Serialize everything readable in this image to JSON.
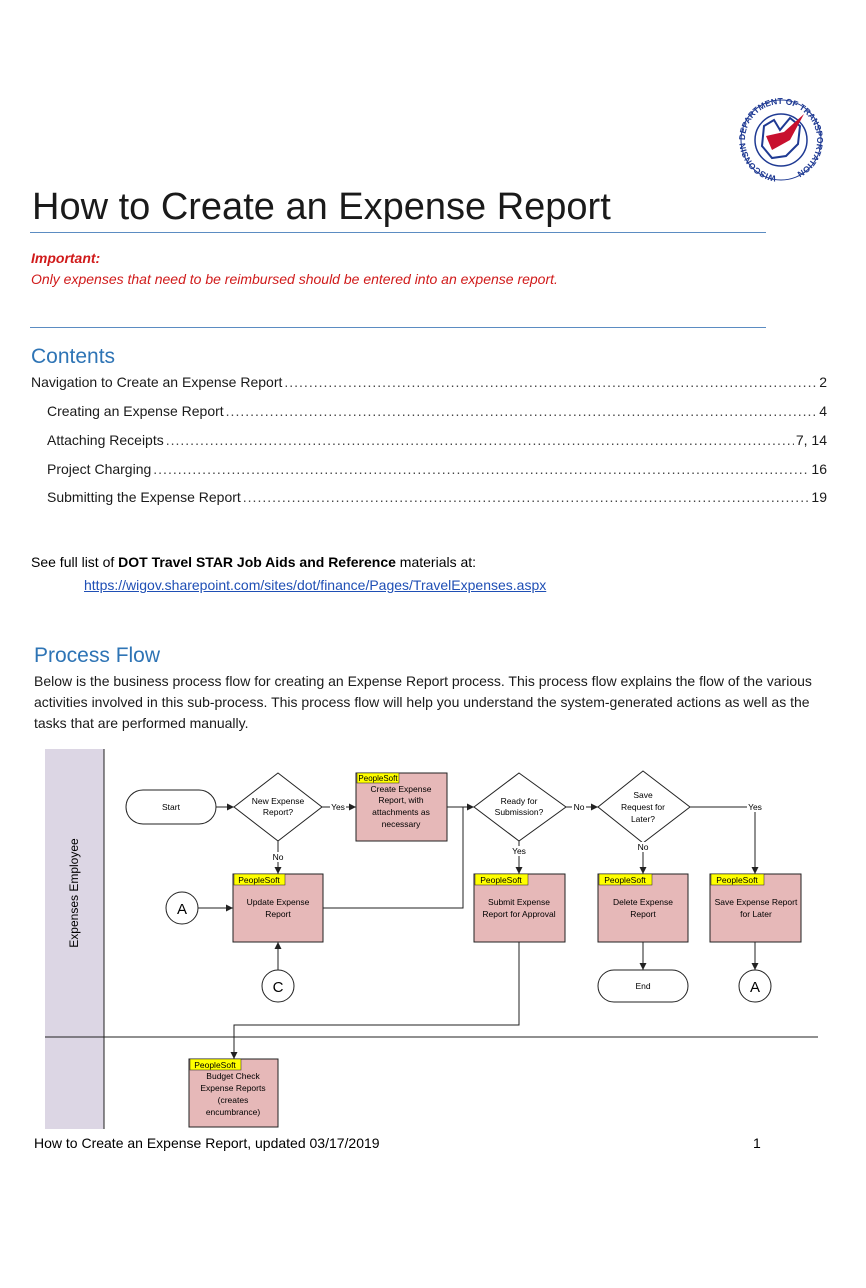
{
  "logo": {
    "ring_text": "WISCONSIN DEPARTMENT OF TRANSPORTATION",
    "colors": {
      "red": "#c8102e",
      "blue": "#1f3a93"
    },
    "icon": "wisdot-seal-icon"
  },
  "title": "How to Create an Expense Report",
  "important": {
    "label": "Important:",
    "text": "Only expenses that need to be reimbursed should be entered into an expense report."
  },
  "contents": {
    "heading": "Contents",
    "items": [
      {
        "label": "Navigation to Create an Expense Report",
        "page": "2"
      },
      {
        "label": "Creating an Expense Report",
        "page": "4"
      },
      {
        "label": "Attaching Receipts",
        "page": "7, 14"
      },
      {
        "label": "Project Charging",
        "page": "16"
      },
      {
        "label": "Submitting the Expense Report",
        "page": "19"
      }
    ]
  },
  "reference": {
    "prefix": "See full list of ",
    "bold": "DOT Travel STAR Job Aids and Reference",
    "suffix": " materials at:",
    "link": "https://wigov.sharepoint.com/sites/dot/finance/Pages/TravelExpenses.aspx"
  },
  "process_flow": {
    "heading": "Process Flow",
    "description": "Below is the business process flow for creating an Expense Report process. This process flow explains the flow of the various activities involved in this sub-process. This process flow will help you understand the system-generated actions as well as the tasks that are performed manually.",
    "lane_label": "Expenses Employee",
    "tag": "PeopleSoft",
    "start": "Start",
    "end": "End",
    "decisions": {
      "new_report": [
        "New Expense",
        "Report?"
      ],
      "ready": [
        "Ready for",
        "Submission?"
      ],
      "save": [
        "Save",
        "Request for",
        "Later?"
      ]
    },
    "boxes": {
      "create": [
        "Create Expense",
        "Report, with",
        "attachments as",
        "necessary"
      ],
      "update": [
        "Update Expense",
        "Report"
      ],
      "submit": [
        "Submit Expense",
        "Report for Approval"
      ],
      "delete": [
        "Delete Expense",
        "Report"
      ],
      "save_later": [
        "Save Expense Report",
        "for Later"
      ],
      "budget": [
        "Budget Check",
        "Expense Reports",
        "(creates",
        "encumbrance)"
      ]
    },
    "labels": {
      "yes": "Yes",
      "no": "No"
    },
    "connectors": {
      "a": "A",
      "c": "C"
    },
    "colors": {
      "box_fill": "#e6b8b8",
      "tag_fill": "#ffff00",
      "lane_fill": "#dcd6e4"
    }
  },
  "footer": {
    "text": "How to Create an Expense Report, updated 03/17/2019",
    "page": "1"
  }
}
